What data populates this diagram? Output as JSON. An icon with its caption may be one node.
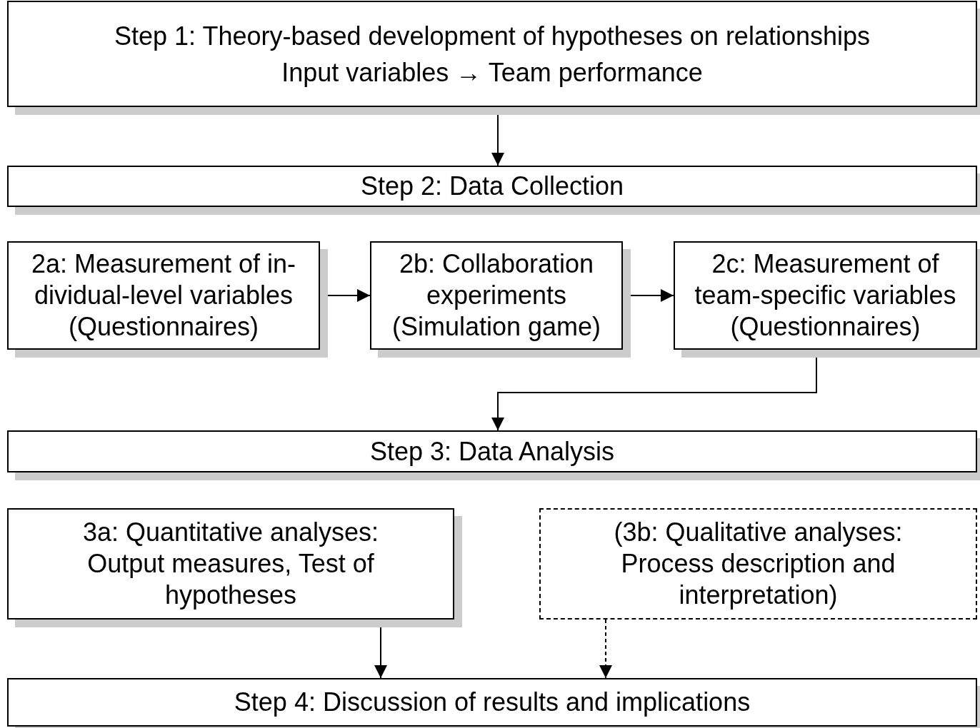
{
  "diagram": {
    "nodes": [
      {
        "text": [
          "Step 1: Theory-based development of hypotheses on relationships",
          "Input variables → Team performance"
        ]
      },
      {
        "text": [
          "Step 2: Data Collection"
        ]
      },
      {
        "text": [
          "2a: Measurement of in-dividual-level variables (Questionnaires)"
        ]
      },
      {
        "text": [
          "2b: Collaboration experiments (Simulation game)"
        ]
      },
      {
        "text": [
          "2c: Measurement of team-specific variables (Questionnaires)"
        ]
      },
      {
        "text": [
          "Step 3: Data Analysis"
        ]
      },
      {
        "text": [
          "3a: Quantitative analyses: Output measures, Test of hypotheses"
        ]
      },
      {
        "text": [
          "(3b: Qualitative analyses: Process description and interpretation)"
        ]
      },
      {
        "text": [
          "Step 4: Discussion of results and implications"
        ]
      }
    ],
    "edges": [
      {
        "from": 0,
        "to": 1,
        "arrow": "to"
      },
      {
        "from": 2,
        "to": 3,
        "arrow": "to"
      },
      {
        "from": 3,
        "to": 4,
        "arrow": "to"
      },
      {
        "from": 4,
        "to": 5,
        "arrow": "to"
      },
      {
        "from": 6,
        "to": 8,
        "arrow": "to"
      },
      {
        "from": 7,
        "to": 8,
        "arrow": "to",
        "style": "dashed"
      }
    ]
  }
}
